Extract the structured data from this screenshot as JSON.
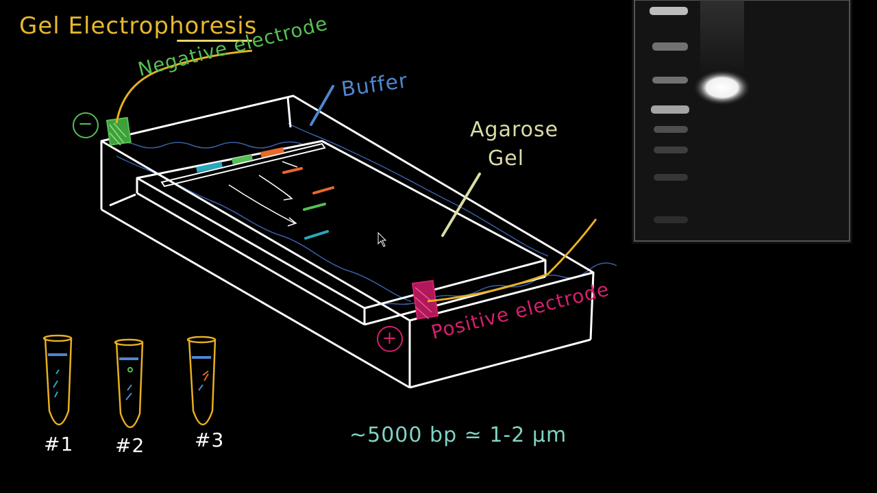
{
  "title": "Gel Electrophoresis",
  "labels": {
    "negative_electrode": "Negative electrode",
    "buffer": "Buffer",
    "agarose": "Agarose",
    "gel": "Gel",
    "positive_electrode": "Positive electrode",
    "negative_sign": "−",
    "positive_sign": "+"
  },
  "tubes": [
    "#1",
    "#2",
    "#3"
  ],
  "formula": "~5000 bp ≃ 1-2 μm",
  "colors": {
    "title": "#e8b830",
    "negative": "#56c054",
    "positive": "#d61f6e",
    "buffer": "#4f86d0",
    "agarose": "#dcdca6",
    "formula": "#7fd4c4",
    "band_orange": "#e8692a",
    "band_green": "#56c054",
    "band_teal": "#2aa8c0",
    "wire": "#e8b020"
  }
}
